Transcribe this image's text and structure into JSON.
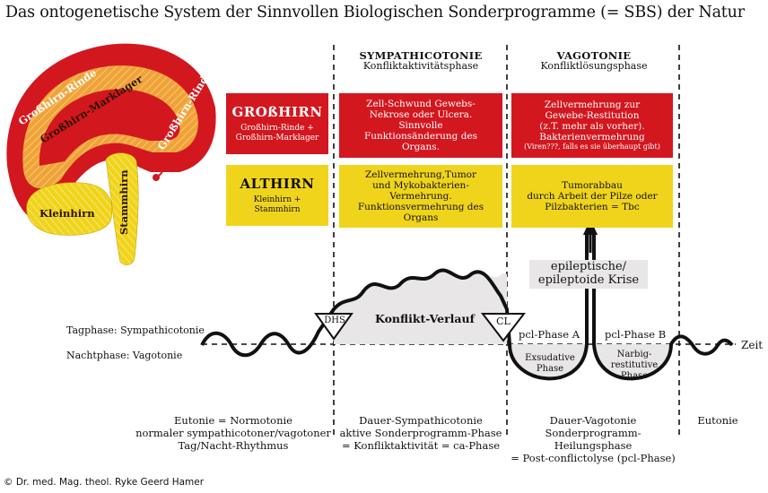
{
  "title": "Das ontogenetische System der Sinnvollen Biologischen Sonderprogramme (= SBS) der Natur",
  "brain": {
    "grosshirn_rinde": "Großhirn-Rinde",
    "grosshirn_marklager": "Großhirn-Marklager",
    "grosshirn_rinde_right": "Großhirn-Rinde",
    "kleinhirn": "Kleinhirn",
    "stammhirn": "Stammhirn"
  },
  "sympathicotonie": {
    "title": "SYMPATHICOTONIE",
    "subtitle": "Konfliktaktivitätsphase"
  },
  "vagotonie": {
    "title": "VAGOTONIE",
    "subtitle": "Konfliktlösungsphase"
  },
  "rows": {
    "grosshirn": {
      "label": "GROßHIRN",
      "sub": [
        "Großhirn-Rinde +",
        "Großhirn-Marklager"
      ],
      "ca": [
        "Zell-Schwund Gewebs-",
        "Nekrose oder Ulcera.",
        "Sinnvolle",
        "Funktionsänderung des",
        "Organs."
      ],
      "pcl": [
        "Zellvermehrung zur",
        "Gewebe-Restitution",
        "(z.T. mehr als vorher).",
        "Bakterienvermehrung"
      ],
      "pcl_note": "(Viren???, falls es sie überhaupt gibt)"
    },
    "althirn": {
      "label": "ALTHIRN",
      "sub": [
        "Kleinhirn +",
        "Stammhirn"
      ],
      "ca": [
        "Zellvermehrung,Tumor",
        "und Mykobakterien-",
        "Vermehrung.",
        "Funktionsvermehrung des",
        "Organs"
      ],
      "pcl": [
        "Tumorabbau",
        "durch Arbeit der Pilze oder",
        "Pilzbakterien = Tbc"
      ]
    }
  },
  "curve": {
    "tagphase": "Tagphase: Sympathicotonie",
    "nachtphase": "Nachtphase: Vagotonie",
    "zeit": "Zeit",
    "dhs": "DHS",
    "cl": "CL",
    "konflikt_verlauf": "Konflikt-Verlauf",
    "epi": [
      "epileptische/",
      "epileptoide Krise"
    ],
    "pcl_a": "pcl-Phase A",
    "pcl_b": "pcl-Phase B",
    "exsudative": [
      "Exsudative",
      "Phase"
    ],
    "narbig": [
      "Narbig-",
      "restitutive",
      "Phase"
    ]
  },
  "bottom": {
    "left": [
      "Eutonie = Normotonie",
      "normaler sympathicotoner/vagotoner",
      "Tag/Nacht-Rhythmus"
    ],
    "ca": [
      "Dauer-Sympathicotonie",
      "aktive Sonderprogramm-Phase",
      "= Konfliktaktivität = ca-Phase"
    ],
    "pcl": [
      "Dauer-Vagotonie",
      "Sonderprogramm-Heilungsphase",
      "= Post-conflictolyse (pcl-Phase)"
    ],
    "right": "Eutonie"
  },
  "copyright": "© Dr. med. Mag. theol. Ryke Geerd Hamer",
  "colors": {
    "red": "#d3171f",
    "yellow": "#f0d41c",
    "orange": "#f0a23a",
    "gray": "#e8e6e6"
  }
}
